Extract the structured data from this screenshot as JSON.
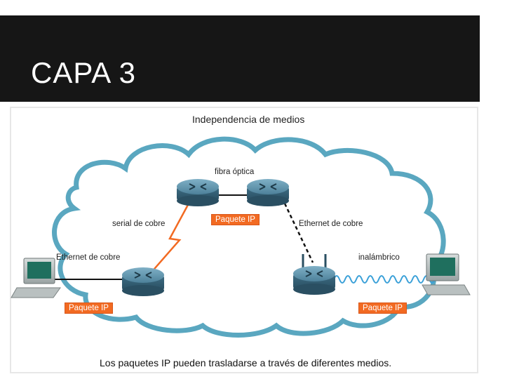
{
  "slide": {
    "title": "CAPA 3"
  },
  "diagram": {
    "title": "Independencia de medios",
    "caption": "Los paquetes IP pueden trasladarse a través de diferentes medios.",
    "media_labels": {
      "fiber": "fibra óptica",
      "serial": "serial de cobre",
      "ethernet_right": "Ethernet de cobre",
      "ethernet_left": "Ethernet de cobre",
      "wireless": "inalámbrico"
    },
    "packets": {
      "center": "Paquete IP",
      "left": "Paquete IP",
      "right": "Paquete IP"
    },
    "colors": {
      "cloud_outline": "#5aa7c0",
      "router_body": "#3f6f86",
      "packet": "#f26a22",
      "serial_link": "#f26a22",
      "wireless_link": "#3aa0d8"
    }
  }
}
